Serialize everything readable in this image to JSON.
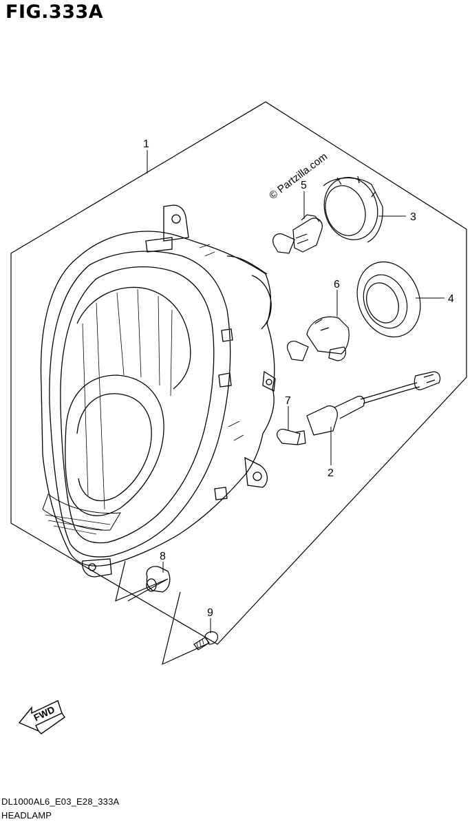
{
  "figure": {
    "title": "FIG.333A",
    "code": "DL1000AL6_E03_E28_333A",
    "name": "HEADLAMP"
  },
  "watermark": "© Partzilla.com",
  "direction_label": "FWD",
  "callouts": [
    "1",
    "2",
    "3",
    "4",
    "5",
    "6",
    "7",
    "8",
    "9"
  ],
  "line_color": "#000000"
}
